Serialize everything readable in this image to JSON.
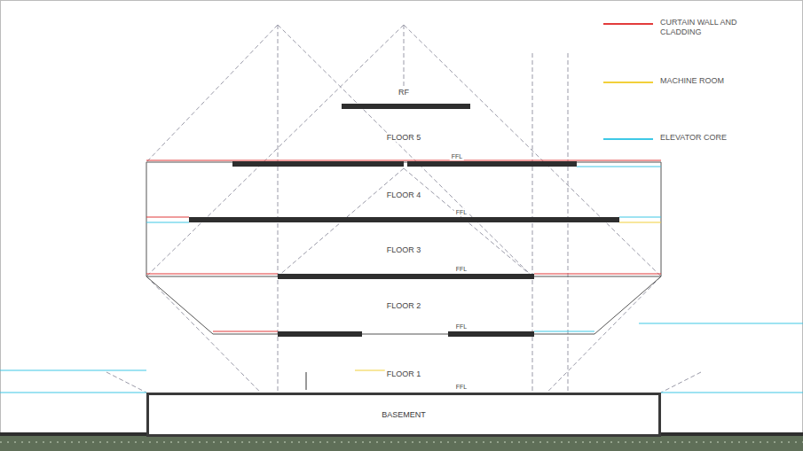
{
  "diagram": {
    "nodes": [
      {
        "text": [
          "BASEMENT"
        ]
      }
    ],
    "labels": [
      "RF",
      "FLOOR 5",
      "FLOOR 4",
      "FLOOR 3",
      "FLOOR 2",
      "FLOOR 1",
      "FFL",
      "FFL",
      "FFL",
      "FFL",
      "FFL"
    ],
    "legend": [
      {
        "text": "CURTAIN WALL AND CLADDING",
        "color": "#e23b3b"
      },
      {
        "text": "MACHINE ROOM",
        "color": "#f2d03a"
      },
      {
        "text": "ELEVATOR CORE",
        "color": "#3ec8e6"
      }
    ]
  }
}
